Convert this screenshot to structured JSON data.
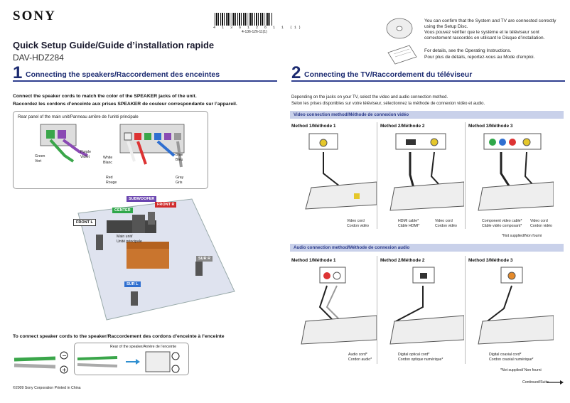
{
  "header": {
    "brand": "SONY",
    "barcode_digits": "4 1 3 6 1 2 6 1 1 (1)",
    "part_number": "4-136-126-11(1)",
    "title": "Quick Setup Guide/Guide d’installation rapide",
    "model": "DAV-HDZ284"
  },
  "disc_note": {
    "line1": "You can confirm that the System and TV are connected correctly using the Setup Disc.",
    "line2": "Vous pouvez vérifier que le système et le téléviseur sont correctement raccordés en utilisant le Disque d’installation.",
    "line3": "For details, see the Operating Instructions.",
    "line4": "Pour plus de détails, reportez-vous au Mode d’emploi."
  },
  "section1": {
    "number": "1",
    "title": "Connecting the speakers/Raccordement des enceintes",
    "instruction_en": "Connect the speaker cords to match the color of the SPEAKER jacks of the unit.",
    "instruction_fr": "Raccordez les cordons d’enceinte aux prises SPEAKER de couleur correspondante sur l’appareil.",
    "panel_label": "Rear panel of the main unit/Panneau arrière de l’unité principale",
    "colors": {
      "green": "Green\nVert",
      "purple": "Purple\nViolet",
      "white": "White\nBlanc",
      "red": "Red\nRouge",
      "blue": "Blue\nBleu",
      "gray": "Gray\nGris"
    },
    "speakers": {
      "subwoofer": "SUBWOOFER",
      "front_r": "FRONT R",
      "center": "CENTER",
      "front_l": "FRONT L",
      "sur_r": "SUR R",
      "sur_l": "SUR L",
      "main_unit": "Main unit/\nUnité principale"
    },
    "connect_cords_title": "To connect speaker cords to the speaker/Raccordement des cordons d’enceinte à l’enceinte",
    "rear_speaker_label": "Rear of the speaker/Arrière de l’enceinte"
  },
  "section2": {
    "number": "2",
    "title": "Connecting the TV/Raccordement du téléviseur",
    "intro_en": "Depending on the jacks on your TV, select the video and audio connection method.",
    "intro_fr": "Selon les prises disponibles sur votre téléviseur, sélectionnez la méthode de connexion vidéo et audio.",
    "video_bar": "Video connection method/Méthode de connexion vidéo",
    "audio_bar": "Audio connection method/Méthode de connexion audio",
    "video_methods": [
      {
        "title": "Method 1/Méthode 1",
        "cables": [
          "Video cord\nCordon vidéo"
        ]
      },
      {
        "title": "Method 2/Méthode 2",
        "cables": [
          "HDMI cable*\nCâble HDMI*",
          "Video cord\nCordon vidéo"
        ]
      },
      {
        "title": "Method 3/Méthode 3",
        "cables": [
          "Component video cable*\nCâble vidéo composant*",
          "Video cord\nCordon vidéo"
        ]
      }
    ],
    "audio_methods": [
      {
        "title": "Method 1/Méthode 1",
        "cables": [
          "Audio cord*\nCordon audio*"
        ]
      },
      {
        "title": "Method 2/Méthode 2",
        "cables": [
          "Digital optical cord*\nCordon optique numérique*"
        ]
      },
      {
        "title": "Method 3/Méthode 3",
        "cables": [
          "Digital coaxial cord*\nCordon coaxial numérique*"
        ]
      }
    ],
    "not_supplied_1": "*Not supplied/Non fourni",
    "not_supplied_2": "*Not supplied/ Non fourni"
  },
  "footer": {
    "copyright": "©2009 Sony Corporation   Printed in China",
    "continued": "Continued/Suite"
  }
}
